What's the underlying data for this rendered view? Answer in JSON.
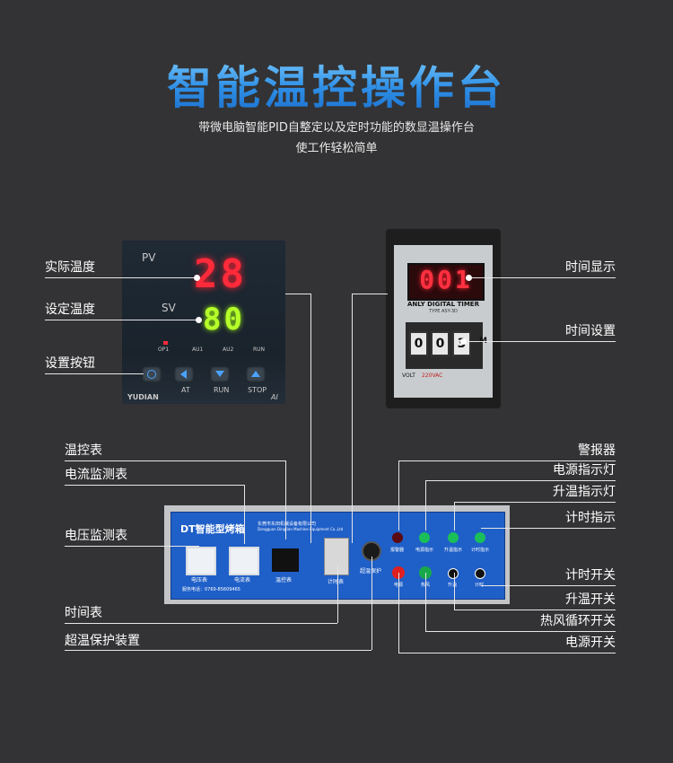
{
  "header": {
    "title": "智能温控操作台",
    "subtitle_line1": "带微电脑智能PID自整定以及定时功能的数显温操作台",
    "subtitle_line2": "使工作轻松简单"
  },
  "pid_controller": {
    "pv_label": "PV",
    "sv_label": "SV",
    "pv_value": "28",
    "sv_value": "80",
    "indicators": [
      "OP1",
      "AU1",
      "AU2",
      "RUN"
    ],
    "buttons": [
      "AT",
      "RUN",
      "STOP"
    ],
    "brand": "YUDIAN",
    "model_tag": "AI",
    "colors": {
      "pv": "#ff2a3a",
      "sv": "#b6ff2a"
    }
  },
  "timer": {
    "display": "001",
    "brand": "ANLY DIGITAL TIMER",
    "type": "TYPE ASY-3D",
    "wheels": [
      "0",
      "0",
      "3"
    ],
    "unit": "M",
    "volt_label": "VOLT",
    "volt_value": "220VAC"
  },
  "panel": {
    "title": "DT智能型烤箱",
    "company": "东莞市东田机械设备有限公司",
    "company_en": "Dongguan Dingtian Machine Equipment Co.,Ltd",
    "phone": "服务电话：0769-85609465",
    "voltmeter_label": "电压表",
    "ammeter_label": "电流表",
    "temp_label": "温控表",
    "timer_label": "计时表",
    "protect_label": "超温保护",
    "alarm_label": "报警器",
    "power_ind_label": "电源指示",
    "heat_ind_label": "升温指示",
    "time_ind_label": "计时指示",
    "power_sw_label": "电源",
    "fan_sw_label": "热风",
    "heat_sw_label": "升温",
    "time_sw_label": "计时"
  },
  "callouts_left": {
    "actual_temp": "实际温度",
    "set_temp": "设定温度",
    "set_button": "设置按钮",
    "temp_controller": "温控表",
    "current_meter": "电流监测表",
    "voltage_meter": "电压监测表",
    "time_meter": "时间表",
    "overtemp_protect": "超温保护装置"
  },
  "callouts_right": {
    "time_display": "时间显示",
    "time_setting": "时间设置",
    "alarm": "警报器",
    "power_indicator": "电源指示灯",
    "heat_indicator": "升温指示灯",
    "timer_indicator": "计时指示",
    "timer_switch": "计时开关",
    "heat_switch": "升温开关",
    "fan_switch": "热风循环开关",
    "power_switch": "电源开关"
  }
}
